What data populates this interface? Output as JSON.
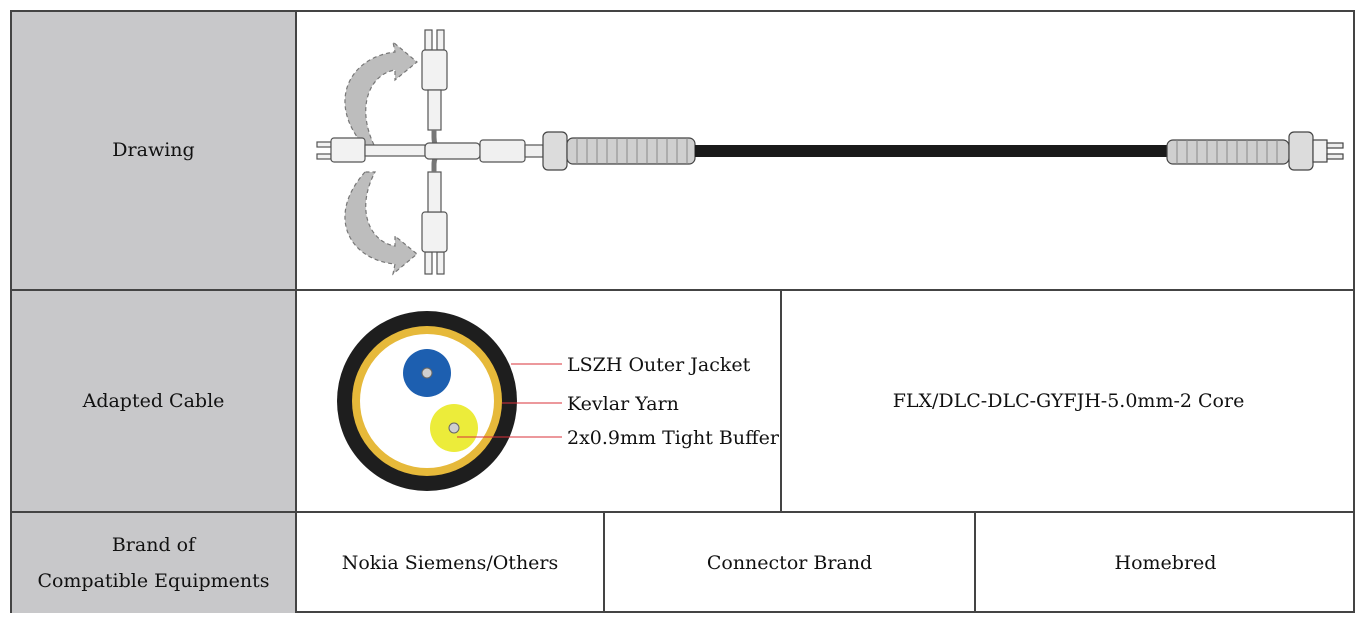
{
  "rows": {
    "drawing": {
      "label": "Drawing"
    },
    "adapted_cable": {
      "label": "Adapted Cable",
      "legend": {
        "jacket": "LSZH Outer Jacket",
        "kevlar": "Kevlar Yarn",
        "buffer": "2x0.9mm Tight Buffer"
      },
      "model": "FLX/DLC-DLC-GYFJH-5.0mm-2 Core"
    },
    "brand": {
      "label_line1": "Brand of",
      "label_line2": "Compatible Equipments",
      "equipment_brand": "Nokia Siemens/Others",
      "connector_brand_label": "Connector Brand",
      "connector_brand": "Homebred"
    }
  },
  "colors": {
    "label_bg": "#c8c8ca",
    "jacket": "#1e1e1e",
    "kevlar": "#e6b93a",
    "fiber_blue": "#1d5fb0",
    "fiber_yellow": "#ecec3a",
    "leader": "#d9303a"
  }
}
